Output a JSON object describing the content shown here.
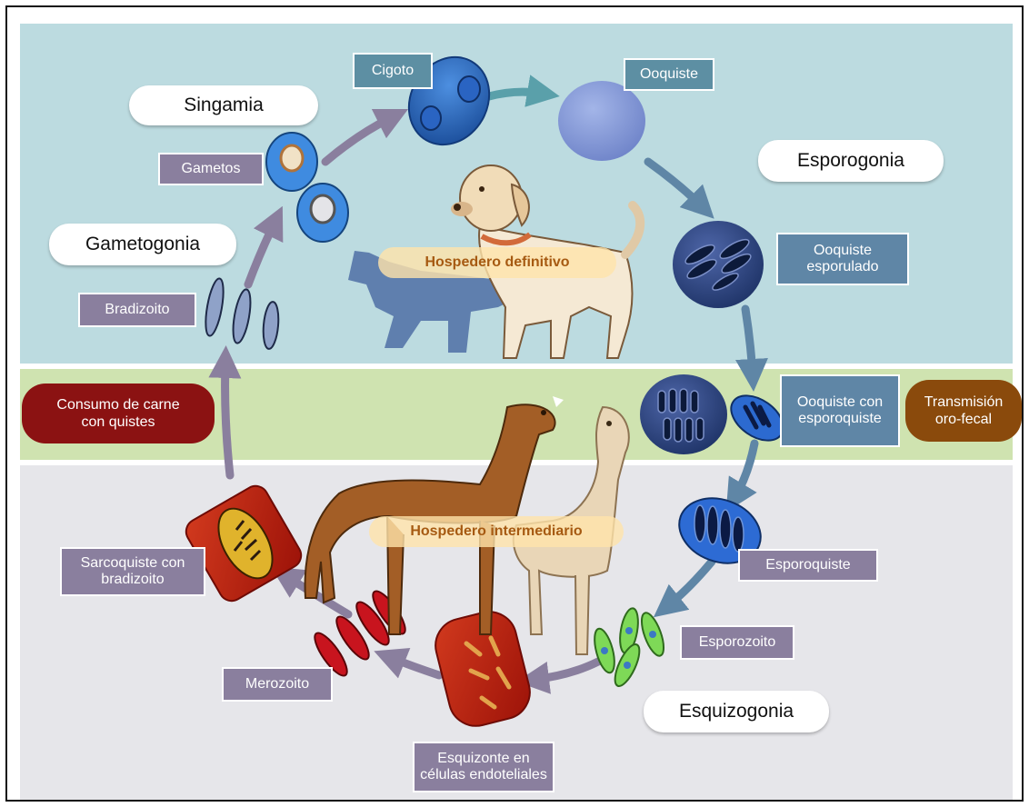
{
  "stages": {
    "singamia": "Singamia",
    "gametogonia": "Gametogonia",
    "esporogonia": "Esporogonia",
    "esquizogonia": "Esquizogonia"
  },
  "labels": {
    "cigoto": "Cigoto",
    "ooquiste": "Ooquiste",
    "gametos": "Gametos",
    "ooquiste_esporulado": "Ooquiste\nesporulado",
    "bradizoito": "Bradizoito",
    "ooquiste_esporoquiste": "Ooquiste con\nesporoquiste",
    "esporoquiste": "Esporoquiste",
    "esporozoito": "Esporozoito",
    "merozoito": "Merozoito",
    "sarcoquiste": "Sarcoquiste con\nbradizoito",
    "esquizonte": "Esquizonte en\ncélulas endoteliales"
  },
  "transmission": {
    "consumo": "Consumo de carne\ncon quistes",
    "oro_fecal": "Transmisión\noro-fecal"
  },
  "hosts": {
    "definitivo": "Hospedero definitivo",
    "intermediario": "Hospedero intermediario"
  },
  "colors": {
    "top_band": "#bcdbe0",
    "middle_band": "#cfe3b0",
    "bottom_band": "#e6e6ea",
    "purple_label": "#8a7f9e",
    "blue_label": "#5f86a6",
    "consumo_pill": "#8b1212",
    "oro_fecal_pill": "#8a4a0c",
    "host_text": "#a65a12"
  },
  "icons": [
    "dog-icon",
    "fox-silhouette-icon",
    "llama-icon",
    "alpaca-icon",
    "cycle-arrow-icon"
  ]
}
